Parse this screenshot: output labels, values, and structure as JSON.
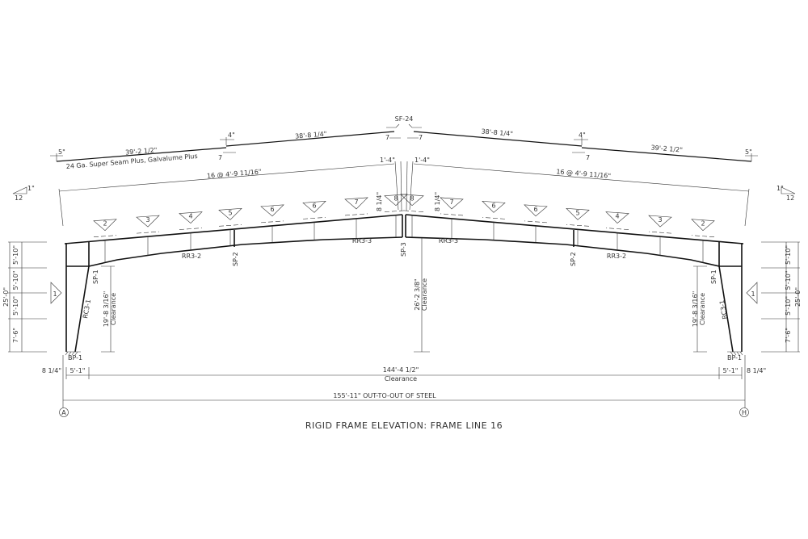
{
  "title": "RIGID FRAME ELEVATION: FRAME LINE 16",
  "roof": {
    "ridge_flashing": "SF-24",
    "panel_note": "24 Ga. Super Seam Plus, Galvalume Plus",
    "left_eave_overhang": "5\"",
    "right_eave_overhang": "5\"",
    "left_lower_panel": "39'-2 1/2\"",
    "left_upper_panel": "38'-8 1/4\"",
    "right_upper_panel": "38'-8 1/4\"",
    "right_lower_panel": "39'-2 1/2\"",
    "left_lap": "4\"",
    "right_lap": "4\"",
    "lap_fastener": "7",
    "left_purlin_spacing": "16 @ 4'-9 11/16\"",
    "right_purlin_spacing": "16 @ 4'-9 11/16\"",
    "left_ridge_offset": "1'-4\"",
    "right_ridge_offset": "1'-4\"",
    "left_flange_brace": "8 1/4\"",
    "right_flange_brace": "8 1/4\"",
    "slope_rise": "1\"",
    "slope_run": "12"
  },
  "purlin_marks": [
    "2",
    "3",
    "4",
    "5",
    "6",
    "6",
    "7",
    "8"
  ],
  "members": {
    "rafter_outer": "RR3-2",
    "rafter_inner": "RR3-3",
    "splice_eave": "SP-1",
    "splice_mid": "SP-2",
    "splice_ridge": "SP-3",
    "column": "RC3-1",
    "base_plate": "BP-1",
    "girt_mark": "1"
  },
  "column_dims": {
    "overall": "25'-0\"",
    "segments": [
      "5'-10\"",
      "5'-10\"",
      "5'-10\"",
      "7'-6\""
    ],
    "eave_clearance": "19'-8 3/16\"",
    "clearance_label": "Clearance"
  },
  "center_clearance": "26'-2 3/8\"",
  "bottom_dims": {
    "offset": "8 1/4\"",
    "column_depth": "5'-1\"",
    "clear_span": "144'-4 1/2\"",
    "clear_label": "Clearance",
    "out_to_out": "155'-11\" OUT-TO-OUT OF STEEL"
  },
  "grid": {
    "left": "A",
    "right": "H"
  },
  "colors": {
    "line": "#222222",
    "background": "#ffffff"
  }
}
